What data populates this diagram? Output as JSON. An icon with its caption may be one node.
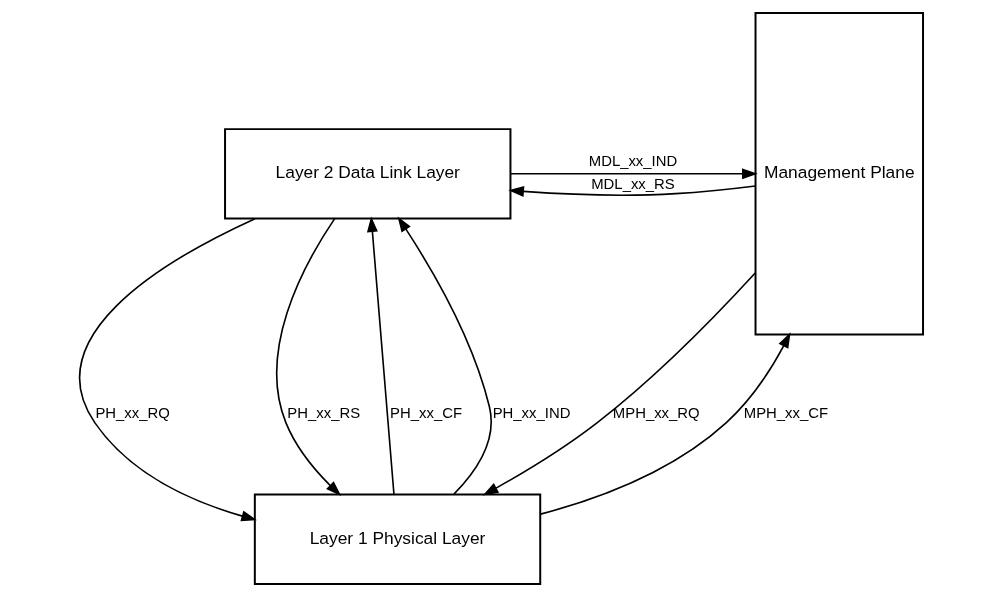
{
  "diagram": {
    "nodes": [
      {
        "text": [
          "Layer 2 Data Link Layer"
        ]
      },
      {
        "text": [
          "Layer 1 Physical Layer"
        ]
      },
      {
        "text": [
          "Management Plane"
        ]
      }
    ],
    "edges": [
      {
        "from": 2,
        "to": 0,
        "arrow": "to",
        "label": "MDL_xx_RS"
      },
      {
        "from": 0,
        "to": 2,
        "arrow": "to",
        "label": "MDL_xx_IND"
      },
      {
        "from": 0,
        "to": 1,
        "arrow": "to",
        "label": "PH_xx_RQ"
      },
      {
        "from": 1,
        "to": 0,
        "arrow": "to",
        "label": "PH_xx_CF"
      },
      {
        "from": 1,
        "to": 0,
        "arrow": "to",
        "label": "PH_xx_IND"
      },
      {
        "from": 0,
        "to": 1,
        "arrow": "to",
        "label": "PH_xx_RS"
      },
      {
        "from": 2,
        "to": 1,
        "arrow": "to",
        "label": "MPH_xx_RQ"
      },
      {
        "from": 1,
        "to": 2,
        "arrow": "to",
        "label": "MPH_xx_CF"
      }
    ]
  }
}
